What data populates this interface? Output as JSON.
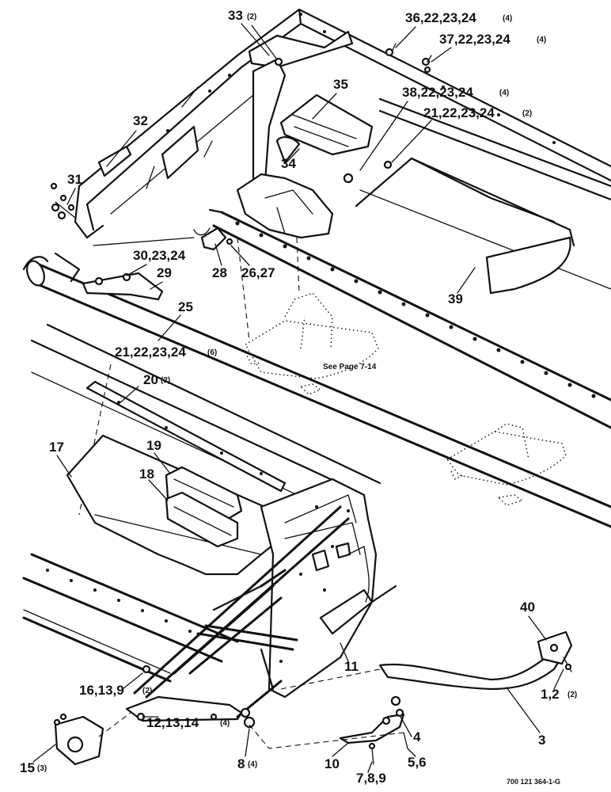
{
  "diagram": {
    "note": "See Page 7-14",
    "drawing_number": "700 121 364-1-G",
    "callouts": [
      {
        "id": "c33",
        "text": "33",
        "qty": "(2)"
      },
      {
        "id": "c36",
        "text": "36,22,23,24",
        "qty": "(4)"
      },
      {
        "id": "c37",
        "text": "37,22,23,24",
        "qty": "(4)"
      },
      {
        "id": "c35",
        "text": "35",
        "qty": ""
      },
      {
        "id": "c38",
        "text": "38,22,23,24",
        "qty": "(4)"
      },
      {
        "id": "c21a",
        "text": "21,22,23,24",
        "qty": "(2)"
      },
      {
        "id": "c32",
        "text": "32",
        "qty": ""
      },
      {
        "id": "c34",
        "text": "34",
        "qty": ""
      },
      {
        "id": "c31",
        "text": "31",
        "qty": ""
      },
      {
        "id": "c30",
        "text": "30,23,24",
        "qty": ""
      },
      {
        "id": "c29",
        "text": "29",
        "qty": ""
      },
      {
        "id": "c28",
        "text": "28",
        "qty": ""
      },
      {
        "id": "c26",
        "text": "26,27",
        "qty": ""
      },
      {
        "id": "c39",
        "text": "39",
        "qty": ""
      },
      {
        "id": "c25",
        "text": "25",
        "qty": ""
      },
      {
        "id": "c21b",
        "text": "21,22,23,24",
        "qty": "(6)"
      },
      {
        "id": "c20",
        "text": "20",
        "qty": "(2)"
      },
      {
        "id": "c17",
        "text": "17",
        "qty": ""
      },
      {
        "id": "c19",
        "text": "19",
        "qty": ""
      },
      {
        "id": "c18",
        "text": "18",
        "qty": ""
      },
      {
        "id": "c40",
        "text": "40",
        "qty": ""
      },
      {
        "id": "c11",
        "text": "11",
        "qty": ""
      },
      {
        "id": "c16",
        "text": "16,13,9",
        "qty": "(2)"
      },
      {
        "id": "c1",
        "text": "1,2",
        "qty": "(2)"
      },
      {
        "id": "c12",
        "text": "12,13,14",
        "qty": "(4)"
      },
      {
        "id": "c4",
        "text": "4",
        "qty": ""
      },
      {
        "id": "c3",
        "text": "3",
        "qty": ""
      },
      {
        "id": "c56",
        "text": "5,6",
        "qty": ""
      },
      {
        "id": "c8",
        "text": "8",
        "qty": "(4)"
      },
      {
        "id": "c10",
        "text": "10",
        "qty": ""
      },
      {
        "id": "c15",
        "text": "15",
        "qty": "(3)"
      },
      {
        "id": "c789",
        "text": "7,8,9",
        "qty": ""
      }
    ]
  }
}
